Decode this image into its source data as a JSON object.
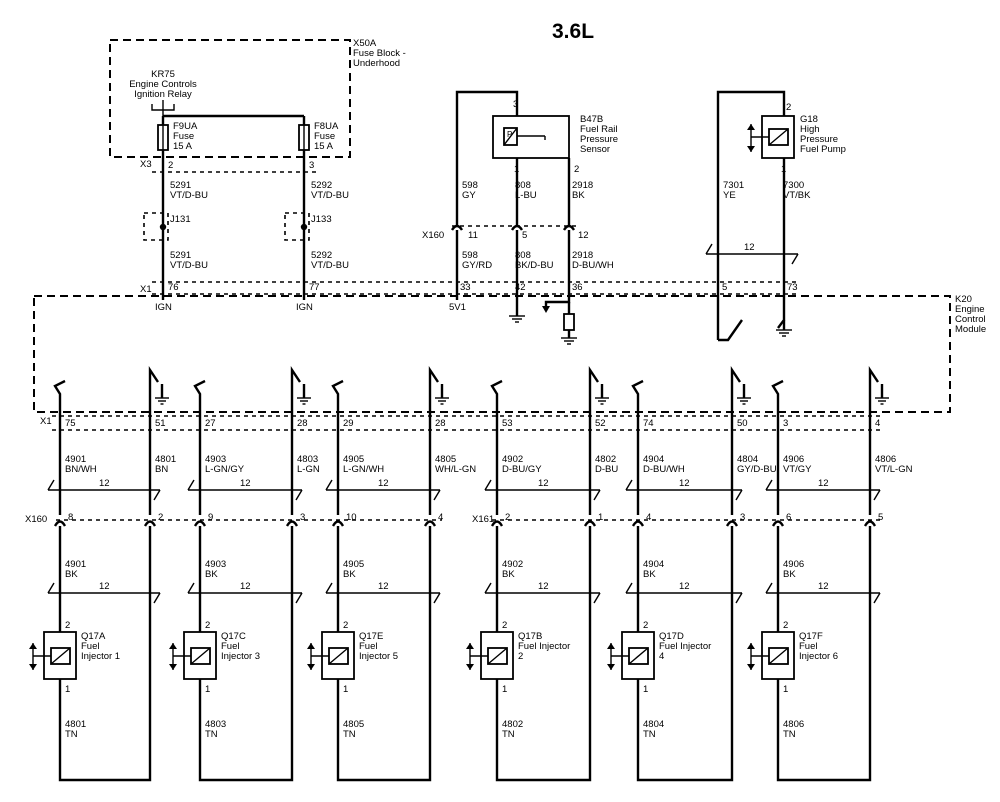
{
  "title": "3.6L",
  "fuse_block": {
    "id": "X50A",
    "line1": "Fuse Block -",
    "line2": "Underhood"
  },
  "relay": {
    "id": "KR75",
    "line1": "Engine Controls",
    "line2": "Ignition Relay"
  },
  "fuses": [
    {
      "id": "F9UA",
      "name": "Fuse",
      "rating": "15 A"
    },
    {
      "id": "F8UA",
      "name": "Fuse",
      "rating": "15 A"
    }
  ],
  "connectors": {
    "x3": "X3",
    "x1_top": "X1",
    "x160_top": "X160",
    "x1_low": "X1",
    "x160_low": "X160",
    "x161": "X161"
  },
  "pins": {
    "x3": [
      "2",
      "3"
    ],
    "x1_top": [
      "76",
      "77",
      "33",
      "42",
      "36",
      "5",
      "73"
    ],
    "x160_top": [
      "11",
      "5",
      "12"
    ],
    "sensor": [
      "3",
      "1",
      "2"
    ],
    "pump": [
      "2",
      "1"
    ],
    "x1_low": [
      "75",
      "51",
      "27",
      "28",
      "29",
      "28",
      "53",
      "52",
      "74",
      "50",
      "3",
      "4"
    ],
    "x160_low": [
      "8",
      "2",
      "9",
      "3",
      "10",
      "4"
    ],
    "x161": [
      "2",
      "1",
      "4",
      "3",
      "6",
      "5"
    ]
  },
  "splices": [
    "J131",
    "J133"
  ],
  "ecm_labels": {
    "ign1": "IGN",
    "ign2": "IGN",
    "v5": "5V1"
  },
  "wires_fuse": [
    {
      "num": "5291",
      "color": "VT/D-BU"
    },
    {
      "num": "5292",
      "color": "VT/D-BU"
    },
    {
      "num": "5291",
      "color": "VT/D-BU"
    },
    {
      "num": "5292",
      "color": "VT/D-BU"
    }
  ],
  "sensor": {
    "id": "B47B",
    "line1": "Fuel Rail",
    "line2": "Pressure",
    "line3": "Sensor",
    "glyph": "P"
  },
  "wires_sensor_up": [
    {
      "num": "598",
      "color": "GY"
    },
    {
      "num": "808",
      "color": "L-BU"
    },
    {
      "num": "2918",
      "color": "BK"
    }
  ],
  "wires_sensor_down": [
    {
      "num": "598",
      "color": "GY/RD"
    },
    {
      "num": "808",
      "color": "BK/D-BU"
    },
    {
      "num": "2918",
      "color": "D-BU/WH"
    }
  ],
  "pump": {
    "id": "G18",
    "line1": "High",
    "line2": "Pressure",
    "line3": "Fuel Pump"
  },
  "wires_pump": [
    {
      "num": "7301",
      "color": "YE"
    },
    {
      "num": "7300",
      "color": "VT/BK"
    }
  ],
  "twist": "12",
  "ecm": {
    "id": "K20",
    "line1": "Engine",
    "line2": "Control",
    "line3": "Module"
  },
  "wires_ecm_low": [
    {
      "num": "4901",
      "color": "BN/WH"
    },
    {
      "num": "4801",
      "color": "BN"
    },
    {
      "num": "4903",
      "color": "L-GN/GY"
    },
    {
      "num": "4803",
      "color": "L-GN"
    },
    {
      "num": "4905",
      "color": "L-GN/WH"
    },
    {
      "num": "4805",
      "color": "WH/L-GN"
    },
    {
      "num": "4902",
      "color": "D-BU/GY"
    },
    {
      "num": "4802",
      "color": "D-BU"
    },
    {
      "num": "4904",
      "color": "D-BU/WH"
    },
    {
      "num": "4804",
      "color": "GY/D-BU"
    },
    {
      "num": "4906",
      "color": "VT/GY"
    },
    {
      "num": "4806",
      "color": "VT/L-GN"
    }
  ],
  "injectors": [
    {
      "id": "Q17A",
      "line1": "Fuel",
      "line2": "Injector 1",
      "wire_a": {
        "num": "4901",
        "color": "BK"
      },
      "wire_b": {
        "num": "4801",
        "color": "TN"
      },
      "pin_top": "2",
      "pin_bot": "1"
    },
    {
      "id": "Q17C",
      "line1": "Fuel",
      "line2": "Injector 3",
      "wire_a": {
        "num": "4903",
        "color": "BK"
      },
      "wire_b": {
        "num": "4803",
        "color": "TN"
      },
      "pin_top": "2",
      "pin_bot": "1"
    },
    {
      "id": "Q17E",
      "line1": "Fuel",
      "line2": "Injector 5",
      "wire_a": {
        "num": "4905",
        "color": "BK"
      },
      "wire_b": {
        "num": "4805",
        "color": "TN"
      },
      "pin_top": "2",
      "pin_bot": "1"
    },
    {
      "id": "Q17B",
      "line1": "Fuel Injector",
      "line2": "2",
      "wire_a": {
        "num": "4902",
        "color": "BK"
      },
      "wire_b": {
        "num": "4802",
        "color": "TN"
      },
      "pin_top": "2",
      "pin_bot": "1"
    },
    {
      "id": "Q17D",
      "line1": "Fuel Injector",
      "line2": "4",
      "wire_a": {
        "num": "4904",
        "color": "BK"
      },
      "wire_b": {
        "num": "4804",
        "color": "TN"
      },
      "pin_top": "2",
      "pin_bot": "1"
    },
    {
      "id": "Q17F",
      "line1": "Fuel",
      "line2": "Injector 6",
      "wire_a": {
        "num": "4906",
        "color": "BK"
      },
      "wire_b": {
        "num": "4806",
        "color": "TN"
      },
      "pin_top": "2",
      "pin_bot": "1"
    }
  ]
}
